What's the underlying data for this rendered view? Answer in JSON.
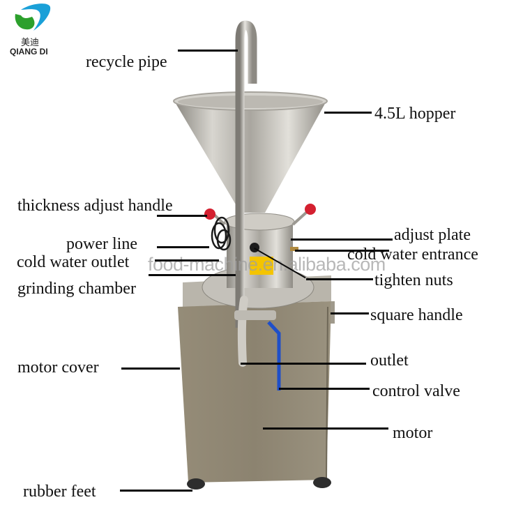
{
  "logo": {
    "chinese_name": "美迪",
    "brand_name": "QIANG DI",
    "colors": {
      "blue": "#1aa0d8",
      "green": "#2ca02c"
    }
  },
  "watermark": "food-machine.en.alibaba.com",
  "machine": {
    "description": "colloid mill / grinding machine",
    "colors": {
      "steel": "#b8b4ac",
      "cover": "#8f8672",
      "knob": "#d42030",
      "valve_handle": "#1f4fc9",
      "warning_label": "#f4c400"
    }
  },
  "labels": {
    "recycle_pipe": "recycle pipe",
    "hopper": "4.5L hopper",
    "thickness_adjust_handle": "thickness adjust handle",
    "power_line": "power line",
    "cold_water_outlet": "cold water outlet",
    "grinding_chamber": "grinding chamber",
    "adjust_plate": "adjust plate",
    "cold_water_entrance": "cold water entrance",
    "tighten_nuts": "tighten nuts",
    "square_handle": "square handle",
    "motor_cover": "motor cover",
    "outlet": "outlet",
    "control_valve": "control valve",
    "motor": "motor",
    "rubber_feet": "rubber feet"
  }
}
